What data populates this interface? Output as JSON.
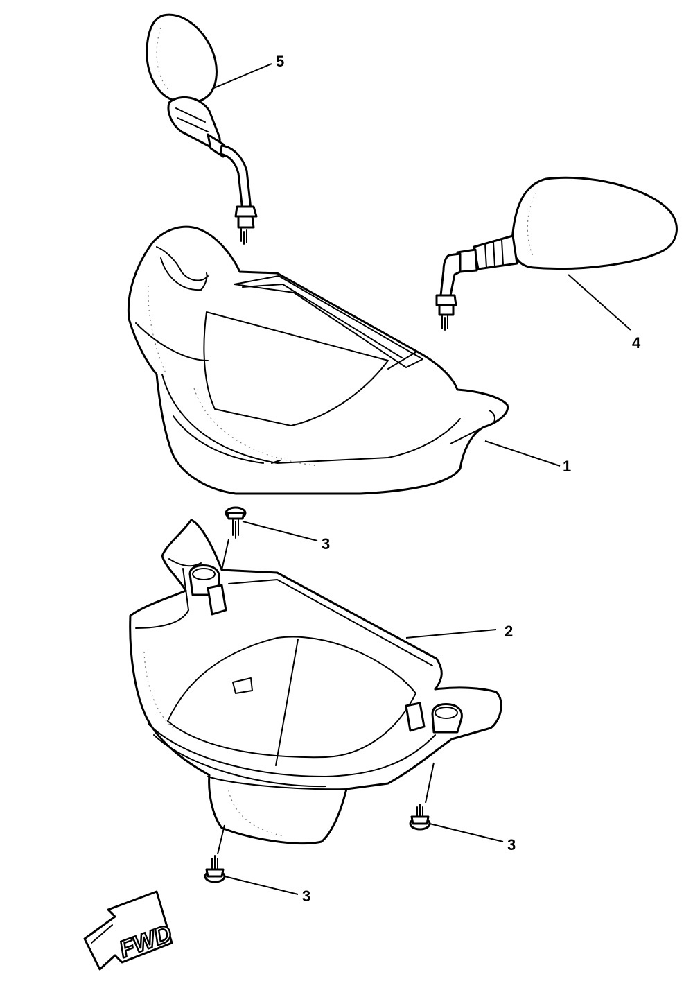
{
  "parts": {
    "upper_cover": {
      "number": "1"
    },
    "lower_cover": {
      "number": "2"
    },
    "screw_top": {
      "number": "3"
    },
    "screw_right": {
      "number": "3"
    },
    "screw_bottom": {
      "number": "3"
    },
    "mirror_right": {
      "number": "4"
    },
    "mirror_left": {
      "number": "5"
    }
  },
  "direction": {
    "label": "FWD"
  }
}
